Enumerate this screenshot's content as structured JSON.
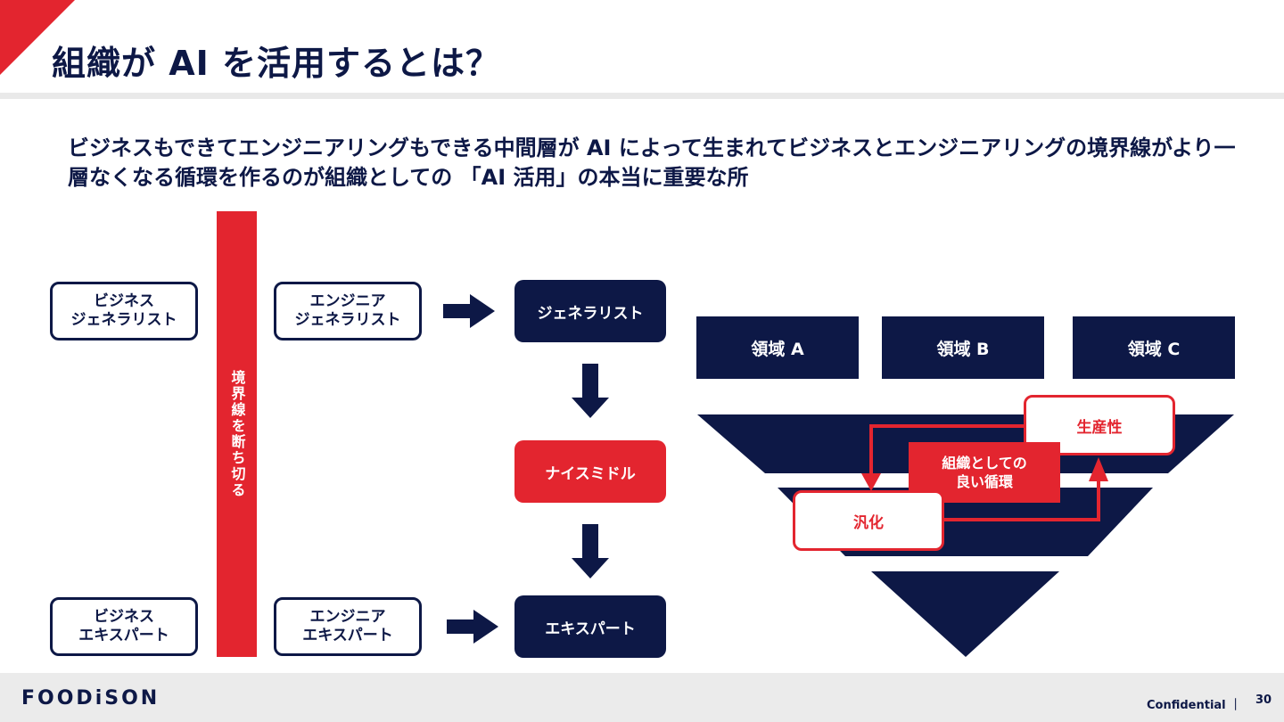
{
  "slide": {
    "title": "組織が AI を活用するとは？",
    "subtitle": "ビジネスもできてエンジニアリングもできる中間層が AI によって生まれてビジネスとエンジニアリングの境界線がより一層なくなる循環を作るのが組織としての 「AI 活用」の本当に重要な所"
  },
  "left_diagram": {
    "business_generalist": "ビジネス\nジェネラリスト",
    "business_expert": "ビジネス\nエキスパート",
    "boundary_bar": "境界線を断ち切る",
    "engineer_generalist": "エンジニア\nジェネラリスト",
    "engineer_expert": "エンジニア\nエキスパート",
    "generalist": "ジェネラリスト",
    "nice_middle": "ナイスミドル",
    "expert": "エキスパート"
  },
  "right_diagram": {
    "domains": [
      "領域 A",
      "領域 B",
      "領域 C"
    ],
    "productivity": "生産性",
    "generalization": "汎化",
    "cycle": "組織としての\n良い循環"
  },
  "footer": {
    "logo": "FOODiSON",
    "confidential": "Confidential ｜",
    "page_number": "30"
  },
  "colors": {
    "navy": "#0d1846",
    "red": "#e3252f"
  }
}
